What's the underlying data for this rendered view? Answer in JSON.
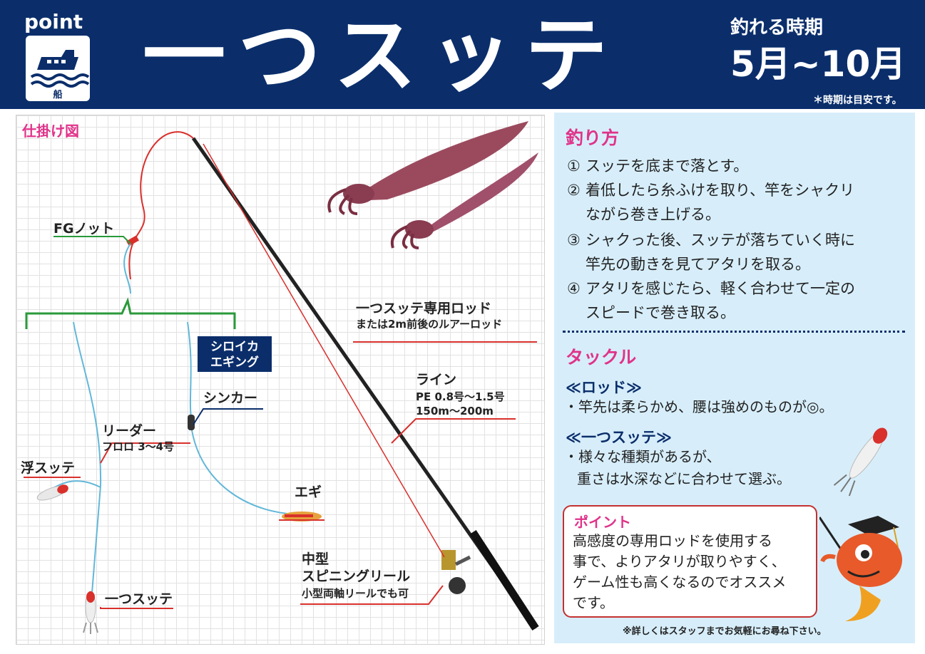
{
  "header": {
    "brand": "point",
    "logo_caption": "船",
    "title": "一つスッテ",
    "season_label": "釣れる時期",
    "season_value": "5月~10月",
    "season_note": "＊時期は目安です。"
  },
  "diagram": {
    "section_title": "仕掛け図",
    "labels": {
      "fg_knot": "FGノット",
      "rod_line1": "一つスッテ専用ロッド",
      "rod_line2": "または2m前後のルアーロッド",
      "line_title": "ライン",
      "line_spec1": "PE 0.8号～1.5号",
      "line_spec2": "150m～200m",
      "tag_line1": "シロイカ",
      "tag_line2": "エギング",
      "sinker": "シンカー",
      "leader_title": "リーダー",
      "leader_spec": "フロロ 3～4号",
      "uki_sutte": "浮スッテ",
      "egi": "エギ",
      "reel_line1": "中型",
      "reel_line2": "スピニングリール",
      "reel_line3": "小型両軸リールでも可",
      "hitotsu_sutte": "一つスッテ"
    }
  },
  "howto": {
    "title": "釣り方",
    "steps": [
      {
        "num": "①",
        "line1": "スッテを底まで落とす。",
        "line2": ""
      },
      {
        "num": "②",
        "line1": "着低したら糸ふけを取り、竿をシャクリ",
        "line2": "ながら巻き上げる。"
      },
      {
        "num": "③",
        "line1": "シャクった後、スッテが落ちていく時に",
        "line2": "竿先の動きを見てアタリを取る。"
      },
      {
        "num": "④",
        "line1": "アタリを感じたら、軽く合わせて一定の",
        "line2": "スピードで巻き取る。"
      }
    ]
  },
  "tackle": {
    "title": "タックル",
    "rod_head": "≪ロッド≫",
    "rod_text": "・竿先は柔らかめ、腰は強めのものが◎。",
    "sutte_head": "≪一つスッテ≫",
    "sutte_text1": "・様々な種類があるが、",
    "sutte_text2": "重さは水深などに合わせて選ぶ。"
  },
  "point": {
    "title": "ポイント",
    "text_lines": [
      "高感度の専用ロッドを使用する",
      "事で、よりアタリが取りやすく、",
      "ゲーム性も高くなるのでオススメ",
      "です。"
    ]
  },
  "footer": "※詳しくはスタッフまでお気軽にお尋ね下さい。",
  "colors": {
    "navy": "#0b2e6b",
    "pink": "#e0338a",
    "red": "#d9302c",
    "line_blue": "#62b7d9",
    "panel": "#d7eefa",
    "green": "#2a9a3a"
  }
}
